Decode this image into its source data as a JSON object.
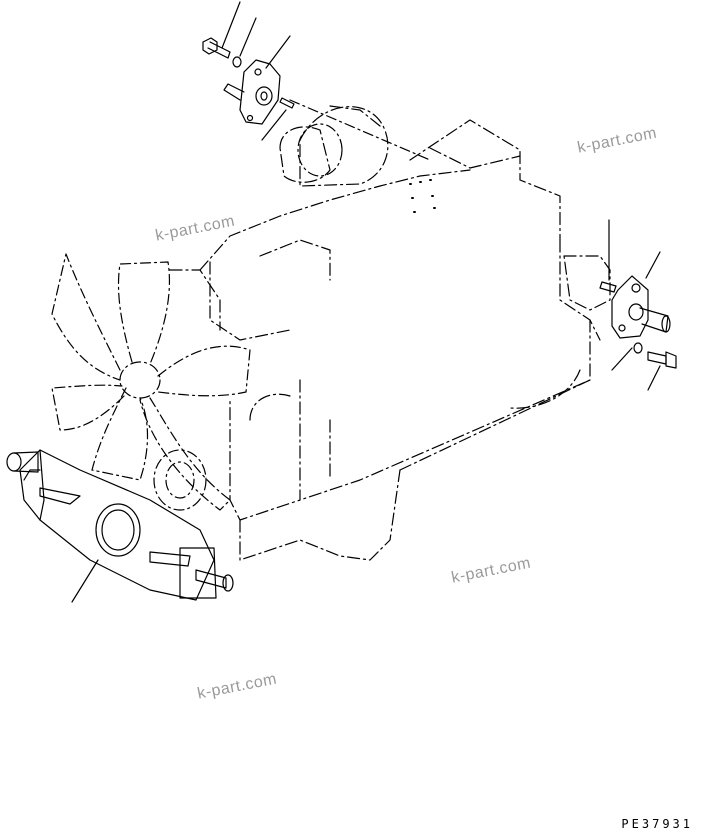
{
  "watermarks": [
    "k-part.com",
    "k-part.com",
    "k-part.com",
    "k-part.com"
  ],
  "drawing_code": "PE37931",
  "colors": {
    "line": "#000000",
    "watermark": "#9a9a9a",
    "background": "#ffffff"
  }
}
